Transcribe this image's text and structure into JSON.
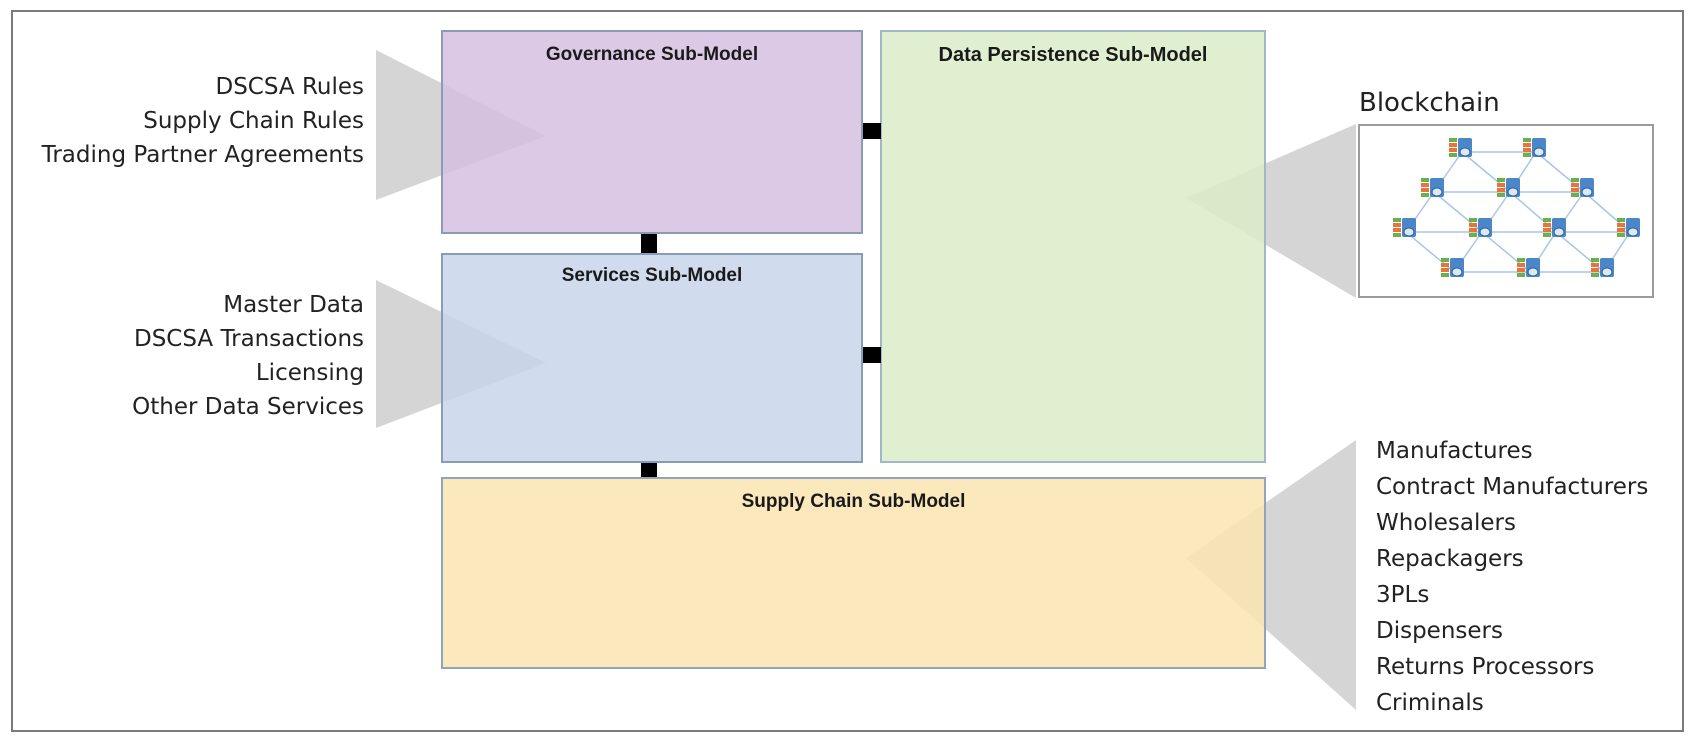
{
  "colors": {
    "governance_fill": "#d4bddf",
    "services_fill": "#c7d3ea",
    "data_persistence_fill": "#dcecc9",
    "supply_chain_fill": "#fbe4b1",
    "callout_gray": "#b9b9b9",
    "connector": "#000000",
    "network_line": "#a9c6e6",
    "node_blue": "#4a86c8",
    "node_orange": "#e8743b",
    "node_green": "#6ab04c"
  },
  "boxes": {
    "governance": {
      "title": "Governance Sub-Model"
    },
    "services": {
      "title": "Services Sub-Model"
    },
    "data_persistence": {
      "title": "Data Persistence Sub-Model"
    },
    "supply_chain": {
      "title": "Supply Chain Sub-Model"
    }
  },
  "governance_inputs": [
    "DSCSA Rules",
    "Supply Chain Rules",
    "Trading Partner Agreements"
  ],
  "services_inputs": [
    "Master Data",
    "DSCSA Transactions",
    "Licensing",
    "Other Data Services"
  ],
  "participants": [
    "Manufactures",
    "Contract Manufacturers",
    "Wholesalers",
    "Repackagers",
    "3PLs",
    "Dispensers",
    "Returns Processors",
    "Criminals"
  ],
  "blockchain": {
    "title": "Blockchain",
    "icon": "blockchain-network-icon"
  }
}
